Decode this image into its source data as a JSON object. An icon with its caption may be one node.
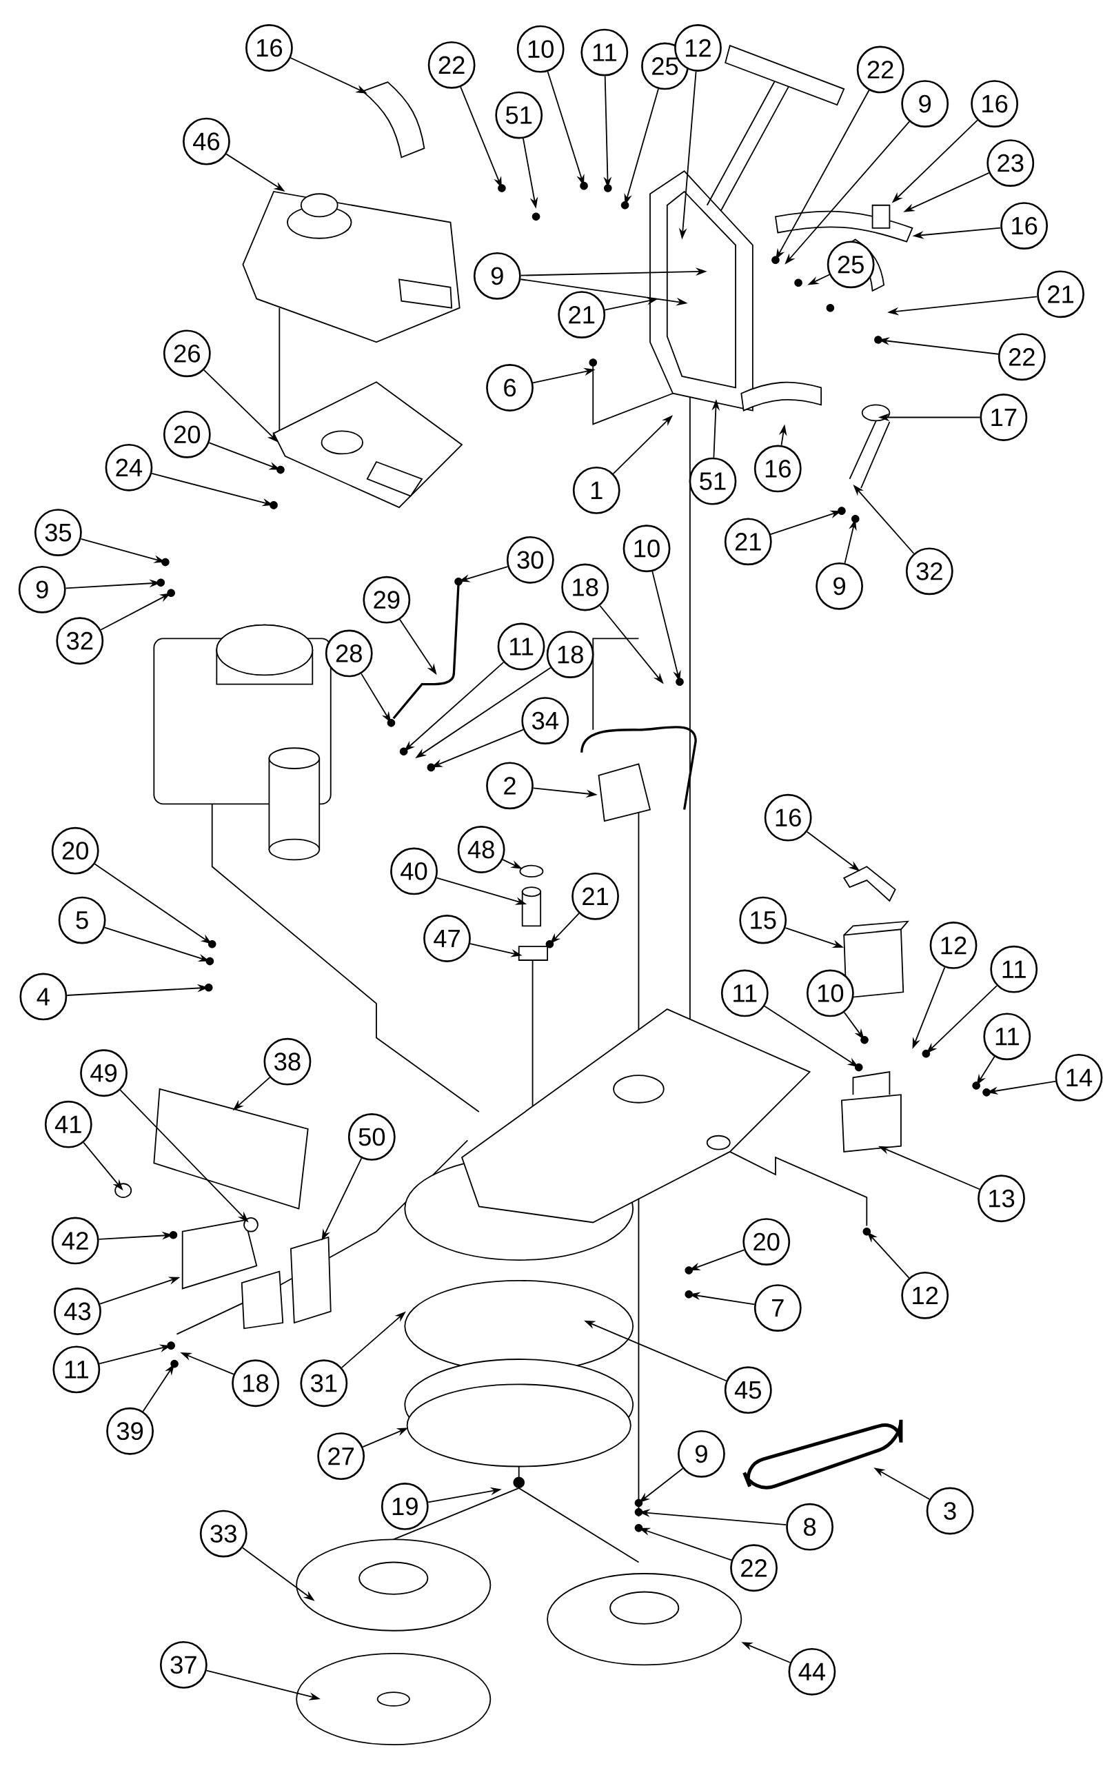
{
  "diagram": {
    "nodes": [
      {
        "text": [
          "16"
        ]
      },
      {
        "text": [
          "22"
        ]
      },
      {
        "text": [
          "10"
        ]
      },
      {
        "text": [
          "11"
        ]
      },
      {
        "text": [
          "25"
        ]
      },
      {
        "text": [
          "12"
        ]
      },
      {
        "text": [
          "46"
        ]
      },
      {
        "text": [
          "51"
        ]
      },
      {
        "text": [
          "22"
        ]
      },
      {
        "text": [
          "9"
        ]
      },
      {
        "text": [
          "16"
        ]
      },
      {
        "text": [
          "23"
        ]
      },
      {
        "text": [
          "16"
        ]
      },
      {
        "text": [
          "9"
        ]
      },
      {
        "text": [
          "25"
        ]
      },
      {
        "text": [
          "21"
        ]
      },
      {
        "text": [
          "21"
        ]
      },
      {
        "text": [
          "22"
        ]
      },
      {
        "text": [
          "6"
        ]
      },
      {
        "text": [
          "26"
        ]
      },
      {
        "text": [
          "17"
        ]
      },
      {
        "text": [
          "20"
        ]
      },
      {
        "text": [
          "24"
        ]
      },
      {
        "text": [
          "1"
        ]
      },
      {
        "text": [
          "51"
        ]
      },
      {
        "text": [
          "16"
        ]
      },
      {
        "text": [
          "21"
        ]
      },
      {
        "text": [
          "9"
        ]
      },
      {
        "text": [
          "32"
        ]
      },
      {
        "text": [
          "35"
        ]
      },
      {
        "text": [
          "9"
        ]
      },
      {
        "text": [
          "32"
        ]
      },
      {
        "text": [
          "30"
        ]
      },
      {
        "text": [
          "29"
        ]
      },
      {
        "text": [
          "10"
        ]
      },
      {
        "text": [
          "18"
        ]
      },
      {
        "text": [
          "28"
        ]
      },
      {
        "text": [
          "11"
        ]
      },
      {
        "text": [
          "18"
        ]
      },
      {
        "text": [
          "34"
        ]
      },
      {
        "text": [
          "2"
        ]
      },
      {
        "text": [
          "16"
        ]
      },
      {
        "text": [
          "48"
        ]
      },
      {
        "text": [
          "40"
        ]
      },
      {
        "text": [
          "21"
        ]
      },
      {
        "text": [
          "20"
        ]
      },
      {
        "text": [
          "15"
        ]
      },
      {
        "text": [
          "5"
        ]
      },
      {
        "text": [
          "47"
        ]
      },
      {
        "text": [
          "12"
        ]
      },
      {
        "text": [
          "4"
        ]
      },
      {
        "text": [
          "11"
        ]
      },
      {
        "text": [
          "10"
        ]
      },
      {
        "text": [
          "11"
        ]
      },
      {
        "text": [
          "11"
        ]
      },
      {
        "text": [
          "14"
        ]
      },
      {
        "text": [
          "38"
        ]
      },
      {
        "text": [
          "49"
        ]
      },
      {
        "text": [
          "41"
        ]
      },
      {
        "text": [
          "50"
        ]
      },
      {
        "text": [
          "13"
        ]
      },
      {
        "text": [
          "42"
        ]
      },
      {
        "text": [
          "20"
        ]
      },
      {
        "text": [
          "43"
        ]
      },
      {
        "text": [
          "12"
        ]
      },
      {
        "text": [
          "7"
        ]
      },
      {
        "text": [
          "11"
        ]
      },
      {
        "text": [
          "18"
        ]
      },
      {
        "text": [
          "31"
        ]
      },
      {
        "text": [
          "45"
        ]
      },
      {
        "text": [
          "39"
        ]
      },
      {
        "text": [
          "27"
        ]
      },
      {
        "text": [
          "9"
        ]
      },
      {
        "text": [
          "3"
        ]
      },
      {
        "text": [
          "19"
        ]
      },
      {
        "text": [
          "8"
        ]
      },
      {
        "text": [
          "22"
        ]
      },
      {
        "text": [
          "33"
        ]
      },
      {
        "text": [
          "37"
        ]
      },
      {
        "text": [
          "44"
        ]
      }
    ],
    "edges": [
      {
        "from": 0,
        "to": null,
        "arrow": "to"
      },
      {
        "from": 1,
        "to": null,
        "arrow": "to"
      },
      {
        "from": 2,
        "to": null,
        "arrow": "to"
      },
      {
        "from": 3,
        "to": null,
        "arrow": "to"
      },
      {
        "from": 4,
        "to": null,
        "arrow": "to"
      },
      {
        "from": 5,
        "to": null,
        "arrow": "to"
      },
      {
        "from": 6,
        "to": null,
        "arrow": "to"
      },
      {
        "from": 7,
        "to": null,
        "arrow": "to"
      },
      {
        "from": 8,
        "to": null,
        "arrow": "to"
      },
      {
        "from": 9,
        "to": null,
        "arrow": "to"
      },
      {
        "from": 10,
        "to": null,
        "arrow": "to"
      },
      {
        "from": 11,
        "to": null,
        "arrow": "to"
      },
      {
        "from": 12,
        "to": null,
        "arrow": "to"
      },
      {
        "from": 13,
        "to": null,
        "arrow": "to"
      },
      {
        "from": 13,
        "to": null,
        "arrow": "to"
      },
      {
        "from": 14,
        "to": null,
        "arrow": "to"
      },
      {
        "from": 15,
        "to": null,
        "arrow": "to"
      },
      {
        "from": 16,
        "to": null,
        "arrow": "to"
      },
      {
        "from": 17,
        "to": null,
        "arrow": "to"
      },
      {
        "from": 18,
        "to": null,
        "arrow": "to"
      },
      {
        "from": 19,
        "to": null,
        "arrow": "to"
      },
      {
        "from": 20,
        "to": null,
        "arrow": "to"
      },
      {
        "from": 21,
        "to": null,
        "arrow": "to"
      },
      {
        "from": 22,
        "to": null,
        "arrow": "to"
      },
      {
        "from": 23,
        "to": null,
        "arrow": "to"
      },
      {
        "from": 24,
        "to": null,
        "arrow": "to"
      },
      {
        "from": 25,
        "to": null,
        "arrow": "to"
      },
      {
        "from": 26,
        "to": null,
        "arrow": "to"
      },
      {
        "from": 27,
        "to": null,
        "arrow": "to"
      },
      {
        "from": 28,
        "to": null,
        "arrow": "to"
      },
      {
        "from": 29,
        "to": null,
        "arrow": "to"
      },
      {
        "from": 30,
        "to": null,
        "arrow": "to"
      },
      {
        "from": 31,
        "to": null,
        "arrow": "to"
      },
      {
        "from": 32,
        "to": null,
        "arrow": "to"
      },
      {
        "from": 33,
        "to": null,
        "arrow": "to"
      },
      {
        "from": 34,
        "to": null,
        "arrow": "to"
      },
      {
        "from": 35,
        "to": null,
        "arrow": "to"
      },
      {
        "from": 36,
        "to": null,
        "arrow": "to"
      },
      {
        "from": 37,
        "to": null,
        "arrow": "to"
      },
      {
        "from": 38,
        "to": null,
        "arrow": "to"
      },
      {
        "from": 39,
        "to": null,
        "arrow": "to"
      },
      {
        "from": 40,
        "to": null,
        "arrow": "to"
      },
      {
        "from": 41,
        "to": null,
        "arrow": "to"
      },
      {
        "from": 42,
        "to": null,
        "arrow": "to"
      },
      {
        "from": 43,
        "to": null,
        "arrow": "to"
      },
      {
        "from": 44,
        "to": null,
        "arrow": "to"
      },
      {
        "from": 45,
        "to": null,
        "arrow": "to"
      },
      {
        "from": 46,
        "to": null,
        "arrow": "to"
      },
      {
        "from": 47,
        "to": null,
        "arrow": "to"
      },
      {
        "from": 48,
        "to": null,
        "arrow": "to"
      },
      {
        "from": 49,
        "to": null,
        "arrow": "to"
      },
      {
        "from": 50,
        "to": null,
        "arrow": "to"
      },
      {
        "from": 51,
        "to": null,
        "arrow": "to"
      },
      {
        "from": 52,
        "to": null,
        "arrow": "to"
      },
      {
        "from": 53,
        "to": null,
        "arrow": "to"
      },
      {
        "from": 54,
        "to": null,
        "arrow": "to"
      },
      {
        "from": 55,
        "to": null,
        "arrow": "to"
      },
      {
        "from": 56,
        "to": null,
        "arrow": "to"
      },
      {
        "from": 57,
        "to": null,
        "arrow": "to"
      },
      {
        "from": 58,
        "to": null,
        "arrow": "to"
      },
      {
        "from": 59,
        "to": null,
        "arrow": "to"
      },
      {
        "from": 60,
        "to": null,
        "arrow": "to"
      },
      {
        "from": 61,
        "to": null,
        "arrow": "to"
      },
      {
        "from": 62,
        "to": null,
        "arrow": "to"
      },
      {
        "from": 63,
        "to": null,
        "arrow": "to"
      },
      {
        "from": 64,
        "to": null,
        "arrow": "to"
      },
      {
        "from": 65,
        "to": null,
        "arrow": "to"
      },
      {
        "from": 66,
        "to": null,
        "arrow": "to"
      },
      {
        "from": 67,
        "to": null,
        "arrow": "to"
      },
      {
        "from": 68,
        "to": null,
        "arrow": "to"
      },
      {
        "from": 69,
        "to": null,
        "arrow": "to"
      },
      {
        "from": 70,
        "to": null,
        "arrow": "to"
      },
      {
        "from": 71,
        "to": null,
        "arrow": "to"
      },
      {
        "from": 72,
        "to": null,
        "arrow": "to"
      },
      {
        "from": 73,
        "to": null,
        "arrow": "to"
      },
      {
        "from": 74,
        "to": null,
        "arrow": "to"
      },
      {
        "from": 75,
        "to": null,
        "arrow": "to"
      },
      {
        "from": 76,
        "to": null,
        "arrow": "to"
      },
      {
        "from": 77,
        "to": null,
        "arrow": "to"
      },
      {
        "from": 78,
        "to": null,
        "arrow": "to"
      },
      {
        "from": 79,
        "to": null,
        "arrow": "to"
      }
    ]
  }
}
